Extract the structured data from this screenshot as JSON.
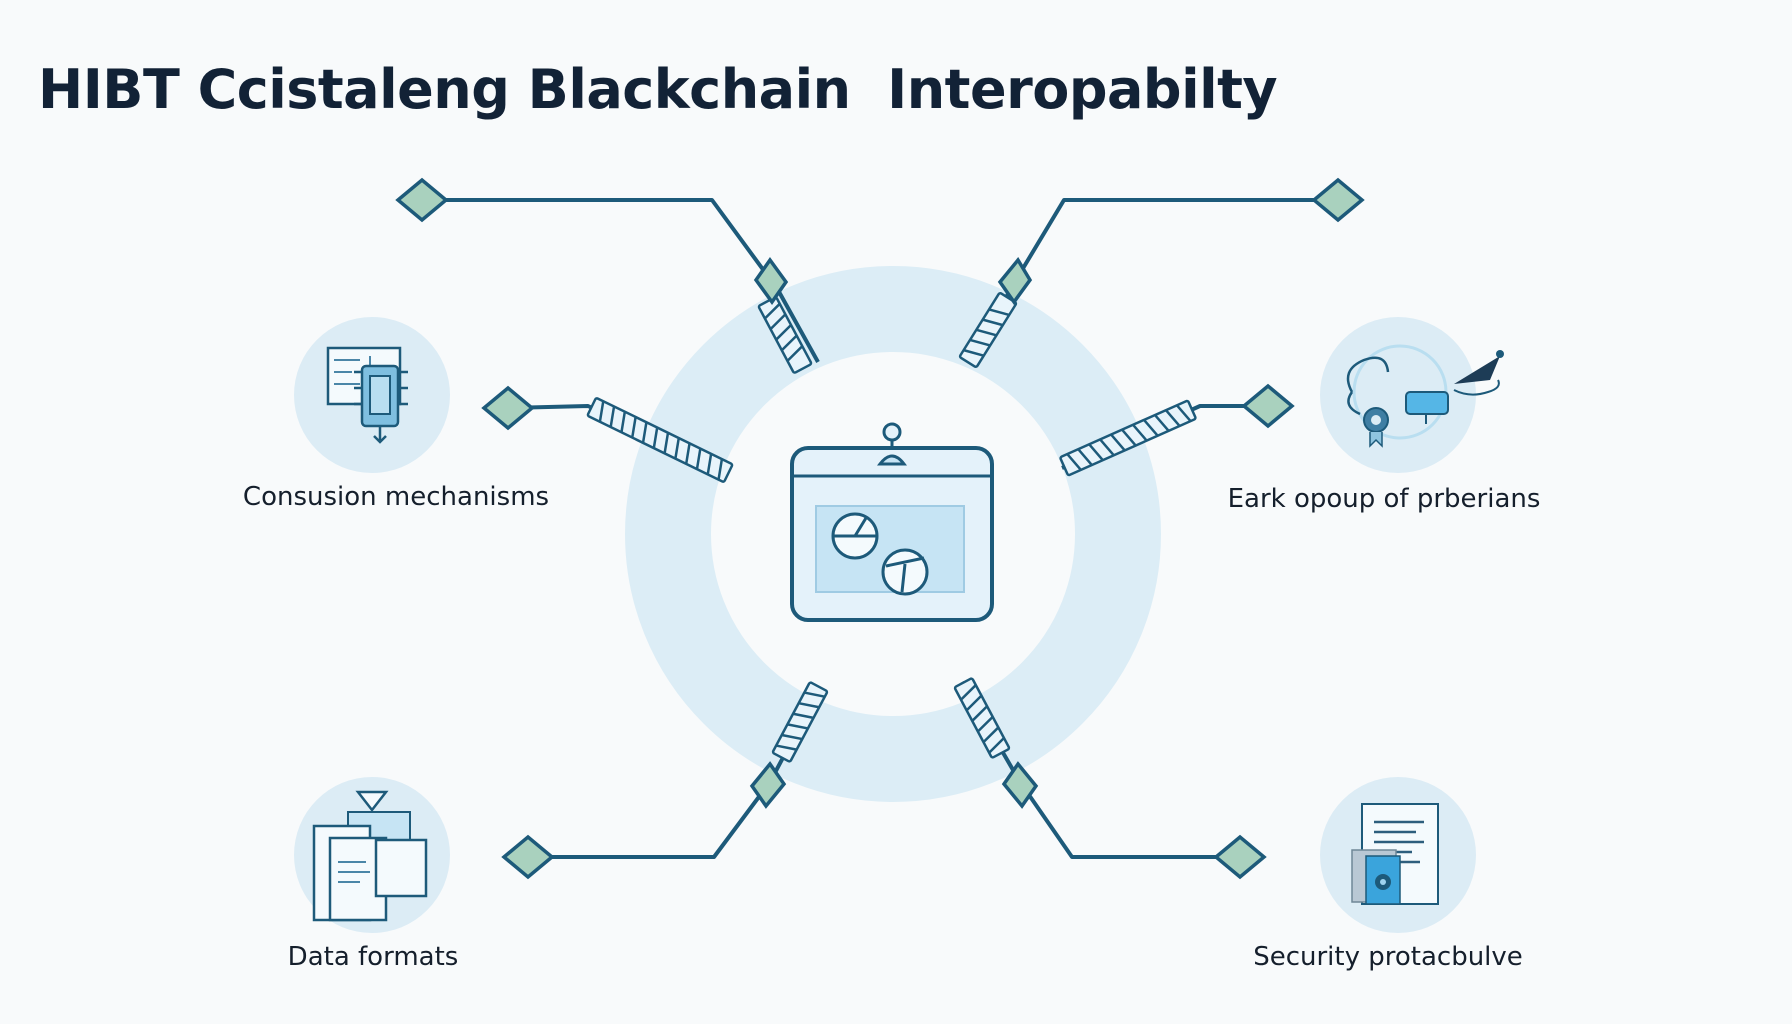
{
  "title": "HIBT Ccistaleng Blackchain  Interopabilty",
  "labels": {
    "top_left": "Consusion mechanisms",
    "top_right": "Eark opoup of prberians",
    "bottom_left": "Data formats",
    "bottom_right": "Security protacbulve"
  },
  "icons": {
    "center": "blockchain-window-icon",
    "top_left": "circuit-chip-icon",
    "top_right": "network-tools-icon",
    "bottom_left": "documents-stack-icon",
    "bottom_right": "secure-document-icon"
  },
  "colors": {
    "line": "#1d5a7a",
    "ring": "#dbeef7",
    "node_fill": "#a9d1be",
    "node_stroke": "#1d5a7a",
    "icon_bg": "#dcecf5",
    "accent": "#5ab8e3"
  }
}
